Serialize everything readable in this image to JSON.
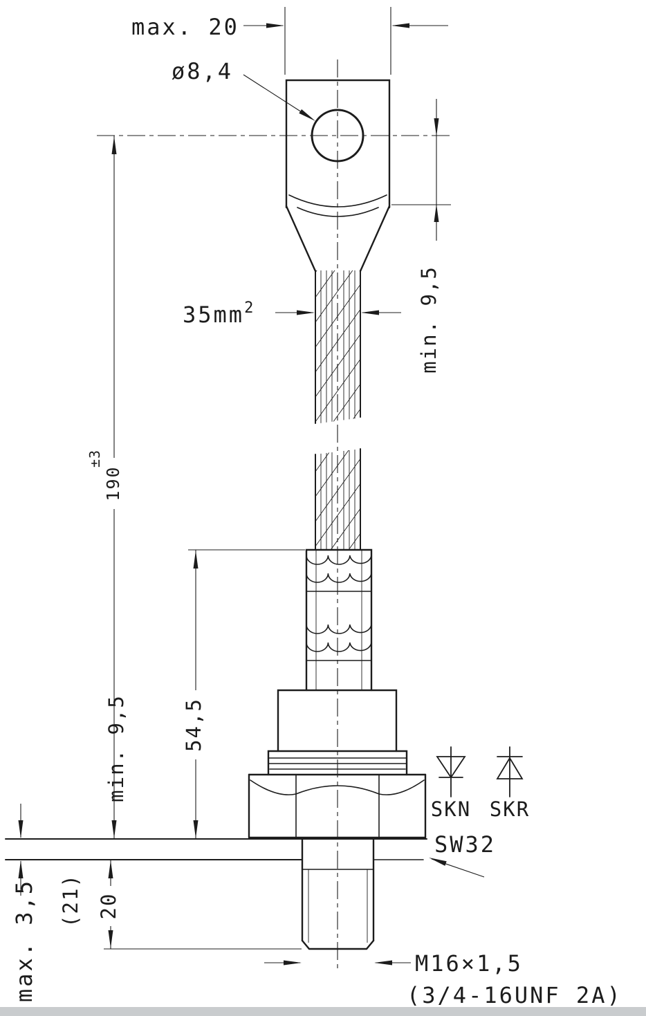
{
  "drawing": {
    "type": "technical-outline-drawing",
    "subject": "stud-mount diode with flexible cable terminal",
    "dimensions": {
      "lug_width": "max. 20",
      "hole_diameter": "ø8,4",
      "cable_section": "35mm",
      "cable_section_sup": "2",
      "crimp_min": "min. 9,5",
      "overall_length": "190",
      "overall_tolerance": "±3",
      "lower_length": "54,5",
      "plate_thickness": "max. 3,5",
      "stud_ref": "(21)",
      "stud_length": "20",
      "hex_width_across_flats": "SW32",
      "thread_metric": "M16×1,5",
      "thread_unf": "(3/4-16UNF 2A)"
    },
    "symbols": {
      "skn_label": "SKN",
      "skr_label": "SKR"
    },
    "colors": {
      "line": "#1c1c1c",
      "background": "#ffffff",
      "bottom_bar": "#c9ccce"
    }
  }
}
